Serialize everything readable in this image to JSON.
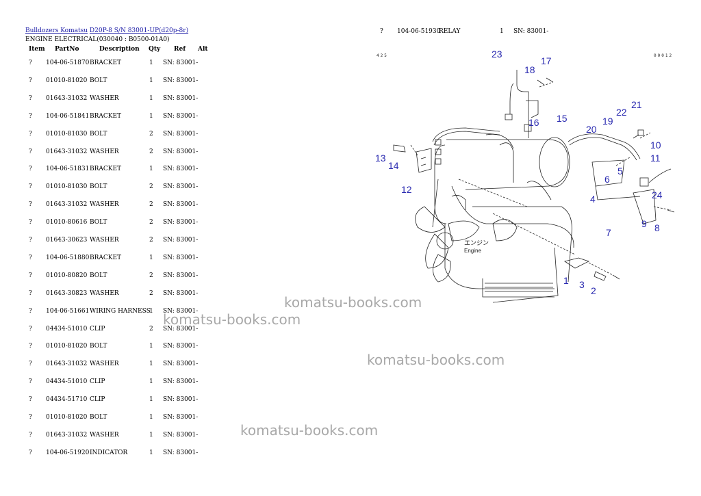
{
  "breadcrumb": {
    "link1": "Bulldozers Komatsu",
    "link2": "D20P-8 S/N 83001-UP(d20p-8r)"
  },
  "subtitle": "ENGINE ELECTRICAL(030040 : B0500-01A0)",
  "columns": {
    "item": "Item",
    "partno": "PartNo",
    "description": "Description",
    "qty": "Qty",
    "ref": "Ref",
    "alt": "Alt"
  },
  "parts": [
    {
      "item": "?",
      "partno": "104-06-51870",
      "description": "BRACKET",
      "qty": "1",
      "ref": "SN: 83001-"
    },
    {
      "item": "?",
      "partno": "01010-81020",
      "description": "BOLT",
      "qty": "1",
      "ref": "SN: 83001-"
    },
    {
      "item": "?",
      "partno": "01643-31032",
      "description": "WASHER",
      "qty": "1",
      "ref": "SN: 83001-"
    },
    {
      "item": "?",
      "partno": "104-06-51841",
      "description": "BRACKET",
      "qty": "1",
      "ref": "SN: 83001-"
    },
    {
      "item": "?",
      "partno": "01010-81030",
      "description": "BOLT",
      "qty": "2",
      "ref": "SN: 83001-"
    },
    {
      "item": "?",
      "partno": "01643-31032",
      "description": "WASHER",
      "qty": "2",
      "ref": "SN: 83001-"
    },
    {
      "item": "?",
      "partno": "104-06-51831",
      "description": "BRACKET",
      "qty": "1",
      "ref": "SN: 83001-"
    },
    {
      "item": "?",
      "partno": "01010-81030",
      "description": "BOLT",
      "qty": "2",
      "ref": "SN: 83001-"
    },
    {
      "item": "?",
      "partno": "01643-31032",
      "description": "WASHER",
      "qty": "2",
      "ref": "SN: 83001-"
    },
    {
      "item": "?",
      "partno": "01010-80616",
      "description": "BOLT",
      "qty": "2",
      "ref": "SN: 83001-"
    },
    {
      "item": "?",
      "partno": "01643-30623",
      "description": "WASHER",
      "qty": "2",
      "ref": "SN: 83001-"
    },
    {
      "item": "?",
      "partno": "104-06-51880",
      "description": "BRACKET",
      "qty": "1",
      "ref": "SN: 83001-"
    },
    {
      "item": "?",
      "partno": "01010-80820",
      "description": "BOLT",
      "qty": "2",
      "ref": "SN: 83001-"
    },
    {
      "item": "?",
      "partno": "01643-30823",
      "description": "WASHER",
      "qty": "2",
      "ref": "SN: 83001-"
    },
    {
      "item": "?",
      "partno": "104-06-51661",
      "description": "WIRING HARNESS",
      "qty": "1",
      "ref": "SN: 83001-"
    },
    {
      "item": "?",
      "partno": "04434-51010",
      "description": "CLIP",
      "qty": "2",
      "ref": "SN: 83001-"
    },
    {
      "item": "?",
      "partno": "01010-81020",
      "description": "BOLT",
      "qty": "1",
      "ref": "SN: 83001-"
    },
    {
      "item": "?",
      "partno": "01643-31032",
      "description": "WASHER",
      "qty": "1",
      "ref": "SN: 83001-"
    },
    {
      "item": "?",
      "partno": "04434-51010",
      "description": "CLIP",
      "qty": "1",
      "ref": "SN: 83001-"
    },
    {
      "item": "?",
      "partno": "04434-51710",
      "description": "CLIP",
      "qty": "1",
      "ref": "SN: 83001-"
    },
    {
      "item": "?",
      "partno": "01010-81020",
      "description": "BOLT",
      "qty": "1",
      "ref": "SN: 83001-"
    },
    {
      "item": "?",
      "partno": "01643-31032",
      "description": "WASHER",
      "qty": "1",
      "ref": "SN: 83001-"
    },
    {
      "item": "?",
      "partno": "104-06-51920",
      "description": "INDICATOR",
      "qty": "1",
      "ref": "SN: 83001-"
    }
  ],
  "right_part": {
    "item": "?",
    "partno": "104-06-51930",
    "description": "RELAY",
    "qty": "1",
    "ref": "SN: 83001-"
  },
  "diagram": {
    "code_left": "425",
    "code_right": "00012",
    "engine_jp": "エンジン",
    "engine_en": "Engine",
    "callouts": [
      "23",
      "18",
      "17",
      "16",
      "15",
      "20",
      "19",
      "22",
      "21",
      "10",
      "11",
      "13",
      "14",
      "12",
      "5",
      "6",
      "4",
      "24",
      "7",
      "9",
      "8",
      "1",
      "3",
      "2"
    ]
  },
  "watermark": "komatsu-books.com"
}
